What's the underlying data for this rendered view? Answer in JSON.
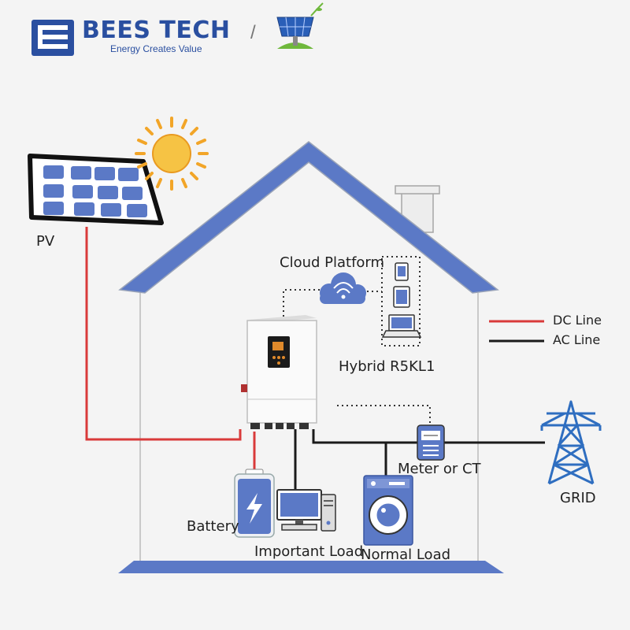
{
  "header": {
    "brand_name": "BEES TECH",
    "tagline": "Energy Creates Value",
    "separator": "/",
    "logo_icon": "bees-tech-logo-icon",
    "partner_icon": "solar-panel-logo-icon"
  },
  "labels": {
    "pv": "PV",
    "cloud_platform": "Cloud Platform",
    "inverter": "Hybrid R5KL1",
    "battery": "Battery",
    "important_load": "Important Load",
    "normal_load": "Normal Load",
    "meter": "Meter or CT",
    "grid": "GRID"
  },
  "legend": {
    "items": [
      {
        "label": "DC Line",
        "color": "#d93a3a"
      },
      {
        "label": "AC Line",
        "color": "#1a1a1a"
      }
    ]
  },
  "colors": {
    "brand": "#2a4fa0",
    "roof": "#5b79c6",
    "dc_line": "#d93a3a",
    "ac_line": "#1a1a1a"
  }
}
